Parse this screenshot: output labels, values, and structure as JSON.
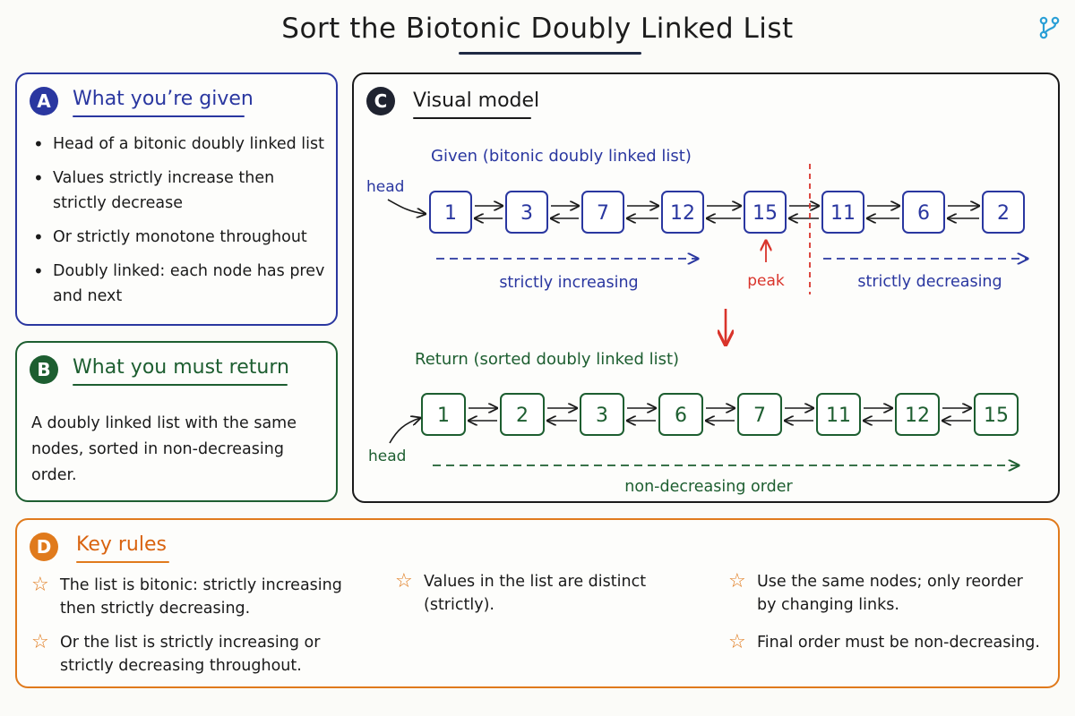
{
  "title": "Sort the Biotonic Doubly Linked List",
  "icons": {
    "top_right": "git-branch-icon",
    "rule_bullet": "star-icon"
  },
  "colors": {
    "blue": "#2a37a0",
    "green": "#1d5e30",
    "orange": "#e07a1c",
    "red": "#d9342b",
    "dark": "#1a1a1a"
  },
  "panel_a": {
    "badge": "A",
    "heading": "What you’re given",
    "bullets": [
      "Head of a bitonic doubly linked list",
      "Values strictly increase then strictly decrease",
      "Or strictly monotone throughout",
      "Doubly linked: each node has prev and next"
    ]
  },
  "panel_b": {
    "badge": "B",
    "heading": "What you must return",
    "text": "A doubly linked list with the same nodes, sorted in non-decreasing order."
  },
  "panel_c": {
    "badge": "C",
    "heading": "Visual model",
    "given_label": "Given (bitonic doubly linked list)",
    "given_nodes": [
      "1",
      "3",
      "7",
      "12",
      "15",
      "11",
      "6",
      "2"
    ],
    "head_label": "head",
    "increasing_label": "strictly increasing",
    "peak_label": "peak",
    "decreasing_label": "strictly decreasing",
    "return_label": "Return (sorted doubly linked list)",
    "return_nodes": [
      "1",
      "2",
      "3",
      "6",
      "7",
      "11",
      "12",
      "15"
    ],
    "order_label": "non-decreasing order"
  },
  "panel_d": {
    "badge": "D",
    "heading": "Key rules",
    "rules": [
      "The list is bitonic: strictly increasing then strictly decreasing.",
      "Or the list is strictly increasing or strictly decreasing throughout.",
      "Values in the list are distinct (strictly).",
      "Use the same nodes; only reorder by changing links.",
      "Final order must be non-decreasing."
    ]
  }
}
